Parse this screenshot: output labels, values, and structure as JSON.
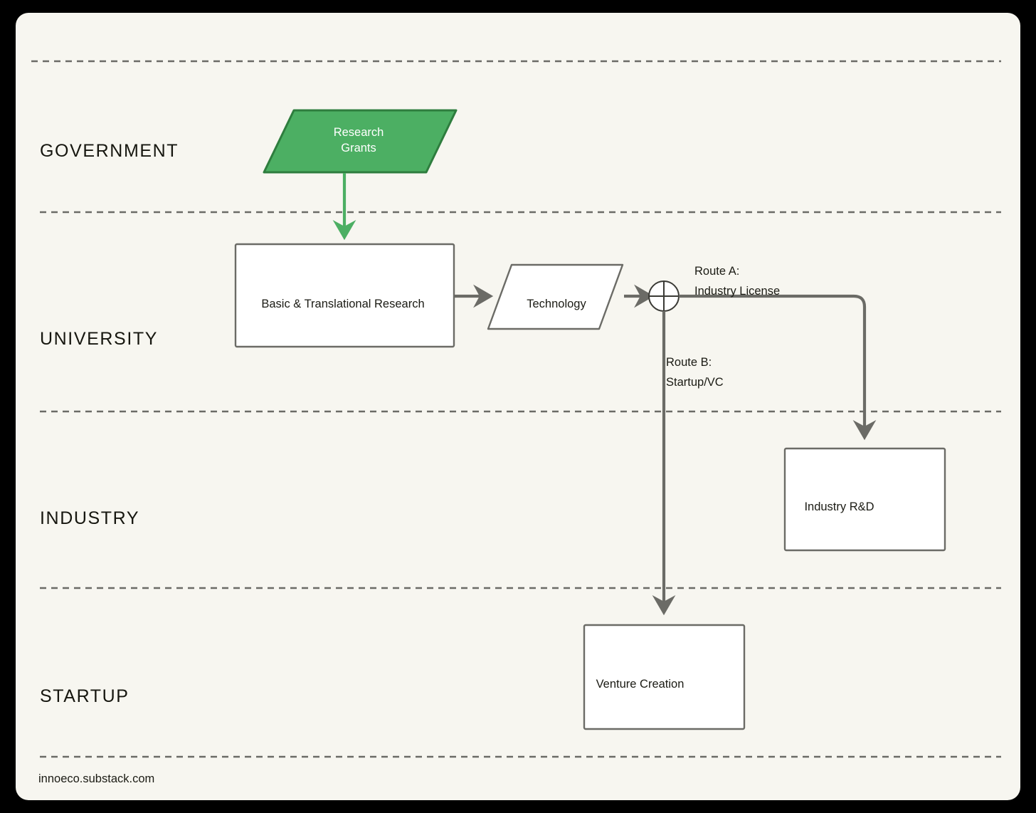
{
  "canvas": {
    "background": "#f7f6f0",
    "outer_background": "#000000"
  },
  "colors": {
    "grant_fill": "#4caf63",
    "grant_stroke": "#2e7d3e",
    "grant_arrow": "#4caf63",
    "node_fill": "#ffffff",
    "node_stroke": "#6b6b66",
    "edge": "#6b6b66",
    "lane_divider": "#6b6b66",
    "text": "#1b1b14",
    "text_on_green": "#ffffff"
  },
  "lanes": [
    {
      "label": "GOVERNMENT"
    },
    {
      "label": "UNIVERSITY"
    },
    {
      "label": "INDUSTRY"
    },
    {
      "label": "STARTUP"
    }
  ],
  "nodes": {
    "research_grants": {
      "label": "Research\nGrants",
      "line1": "Research",
      "line2": "Grants",
      "shape": "parallelogram",
      "lane": "GOVERNMENT"
    },
    "basic_research": {
      "label": "Basic & Translational Research",
      "shape": "rectangle",
      "lane": "UNIVERSITY"
    },
    "technology": {
      "label": "Technology",
      "shape": "parallelogram",
      "lane": "UNIVERSITY"
    },
    "junction": {
      "label": "",
      "shape": "circle-plus",
      "lane": "UNIVERSITY"
    },
    "industry_rd": {
      "label": "Industry R&D",
      "shape": "rectangle",
      "lane": "INDUSTRY"
    },
    "venture_creation": {
      "label": "Venture Creation",
      "shape": "rectangle",
      "lane": "STARTUP"
    }
  },
  "edges": {
    "route_a": {
      "line1": "Route A:",
      "line2": "Industry License",
      "from": "junction",
      "to": "industry_rd"
    },
    "route_b": {
      "line1": "Route B:",
      "line2": "Startup/VC",
      "from": "junction",
      "to": "venture_creation"
    }
  },
  "footer": {
    "source": "innoeco.substack.com"
  }
}
